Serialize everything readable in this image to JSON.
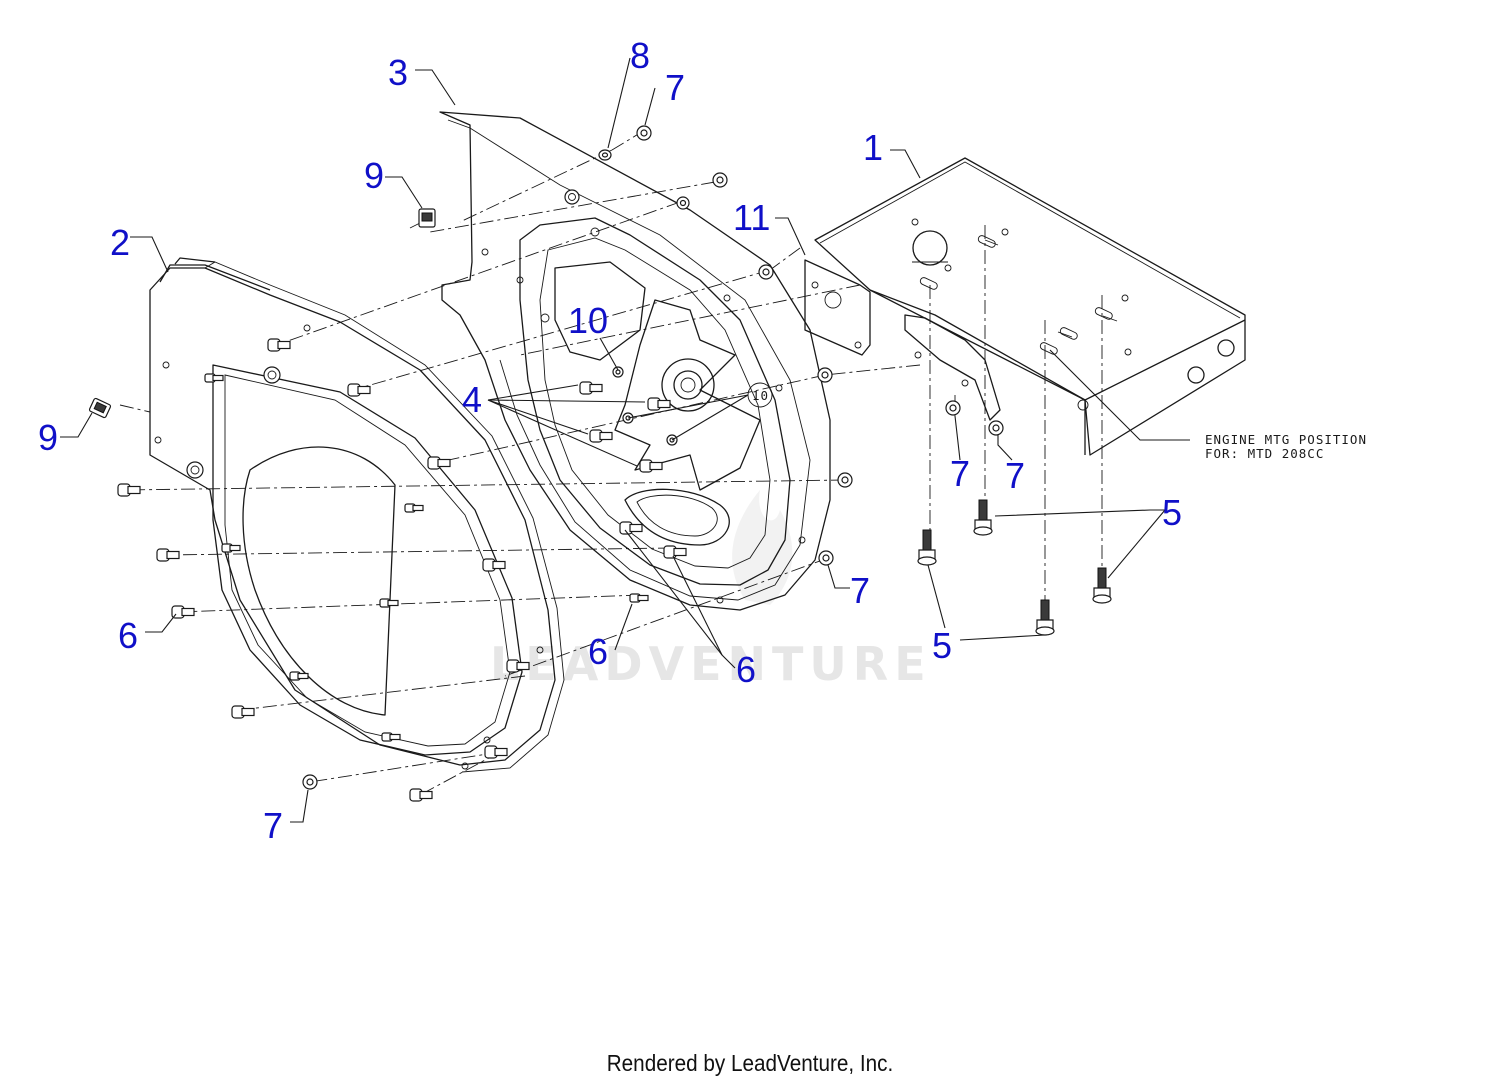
{
  "watermark": "LEADVENTURE",
  "note": {
    "line1": "ENGINE MTG POSITION",
    "line2": "FOR: MTD 208CC"
  },
  "hub_label": "10",
  "credit": "Rendered by LeadVenture, Inc.",
  "callouts": [
    {
      "id": "c1",
      "label": "1"
    },
    {
      "id": "c2",
      "label": "2"
    },
    {
      "id": "c3",
      "label": "3"
    },
    {
      "id": "c4",
      "label": "4"
    },
    {
      "id": "c5a",
      "label": "5"
    },
    {
      "id": "c5b",
      "label": "5"
    },
    {
      "id": "c6a",
      "label": "6"
    },
    {
      "id": "c6b",
      "label": "6"
    },
    {
      "id": "c6c",
      "label": "6"
    },
    {
      "id": "c7a",
      "label": "7"
    },
    {
      "id": "c7b",
      "label": "7"
    },
    {
      "id": "c7c",
      "label": "7"
    },
    {
      "id": "c7d",
      "label": "7"
    },
    {
      "id": "c7e",
      "label": "7"
    },
    {
      "id": "c8",
      "label": "8"
    },
    {
      "id": "c9a",
      "label": "9"
    },
    {
      "id": "c9b",
      "label": "9"
    },
    {
      "id": "c10",
      "label": "10"
    },
    {
      "id": "c11",
      "label": "11"
    }
  ]
}
